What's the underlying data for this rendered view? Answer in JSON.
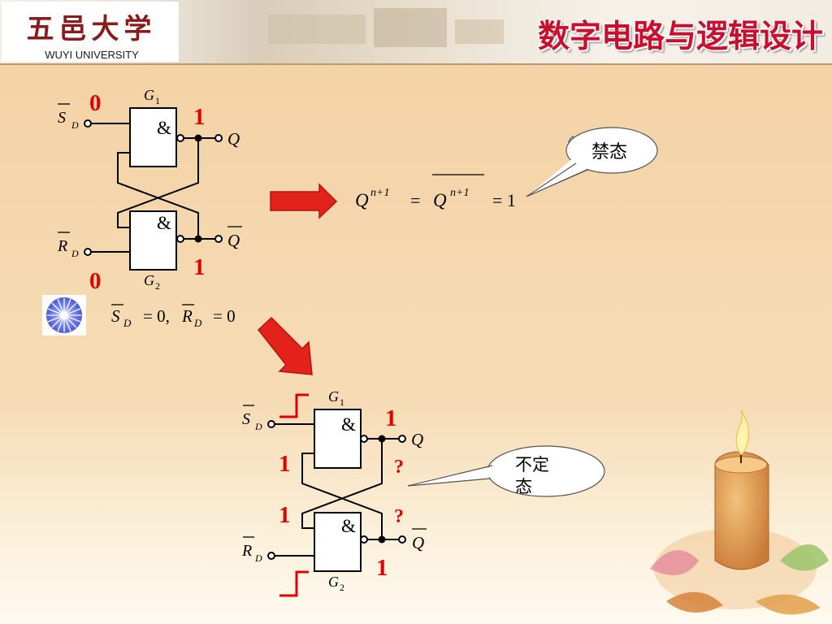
{
  "header": {
    "logo_cn": "五邑大学",
    "logo_en": "WUYI UNIVERSITY",
    "course_title": "数字电路与逻辑设计"
  },
  "top_circuit": {
    "gate1_name": "G",
    "gate1_sub": "1",
    "gate2_name": "G",
    "gate2_sub": "2",
    "gate_symbol": "&",
    "input_s": "S",
    "input_r": "R",
    "input_sub": "D",
    "output_q": "Q",
    "output_qbar": "Q",
    "s_value": "0",
    "r_value": "0",
    "q_value": "1",
    "qbar_value": "1"
  },
  "condition": {
    "text_s": "S",
    "sub_d1": "D",
    "eq1": "= 0,",
    "text_r": "R",
    "sub_d2": "D",
    "eq2": "= 0"
  },
  "equation": {
    "q": "Q",
    "sup1": "n+1",
    "eq1": "=",
    "qbar": "Q",
    "sup2": "n+1",
    "eq2": "= 1"
  },
  "callout_forbidden": "禁态",
  "bottom_circuit": {
    "gate1_name": "G",
    "gate1_sub": "1",
    "gate2_name": "G",
    "gate2_sub": "2",
    "gate_symbol": "&",
    "input_s": "S",
    "input_r": "R",
    "input_sub": "D",
    "output_q": "Q",
    "output_qbar": "Q",
    "q_value": "1",
    "qbar_value": "1",
    "feedback_top": "1",
    "feedback_bottom": "1",
    "unknown_q": "?",
    "unknown_qbar": "?"
  },
  "callout_undefined": [
    "不定",
    "态"
  ],
  "colors": {
    "title_red": "#c8102e",
    "value_red": "#e00000",
    "arrow_red": "#e3231b",
    "logo_red": "#8b1a1a"
  }
}
